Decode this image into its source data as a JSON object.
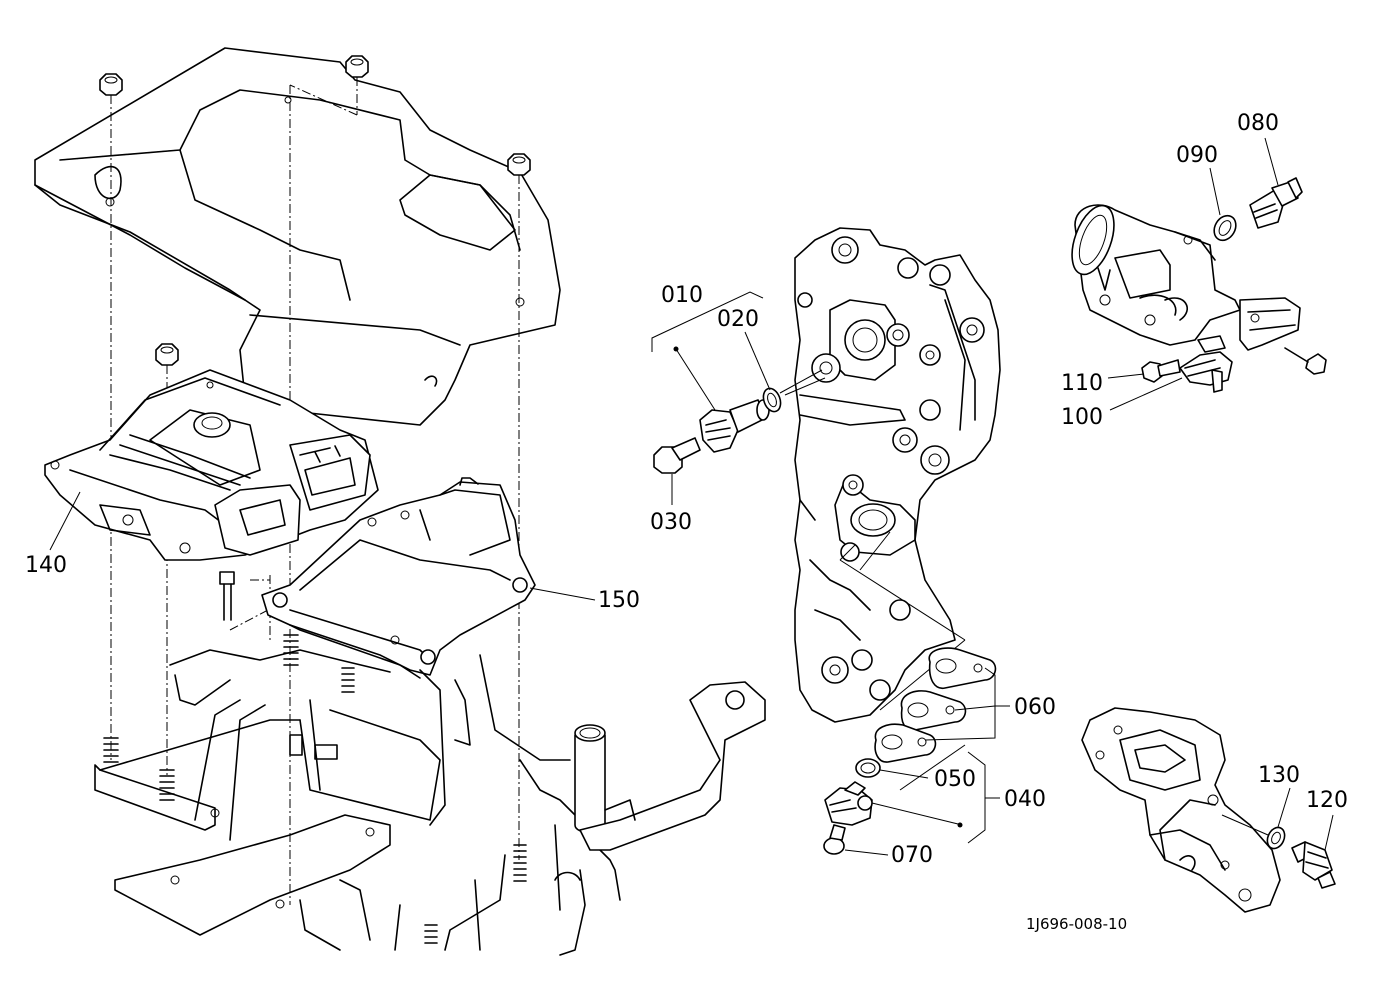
{
  "diagram": {
    "code": "1J696-008-10",
    "labels": {
      "p010": "010",
      "p020": "020",
      "p030": "030",
      "p040": "040",
      "p050": "050",
      "p060": "060",
      "p070": "070",
      "p080": "080",
      "p090": "090",
      "p100": "100",
      "p110": "110",
      "p120": "120",
      "p130": "130",
      "p140": "140",
      "p150": "150"
    }
  }
}
